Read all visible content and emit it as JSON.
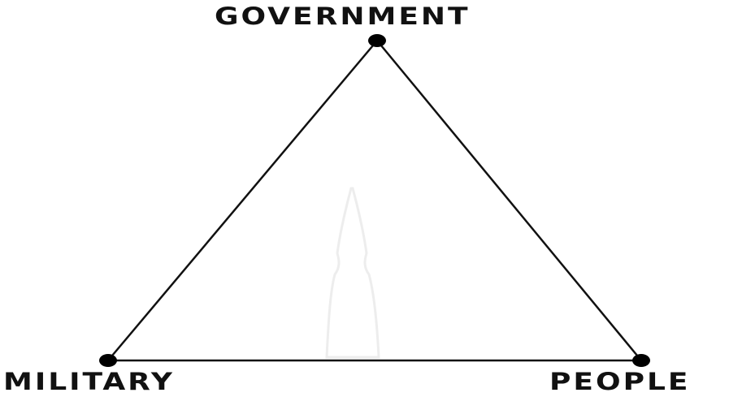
{
  "diagram": {
    "nodes": {
      "top": {
        "label": "GOVERNMENT"
      },
      "left": {
        "label": "MILITARY"
      },
      "right": {
        "label": "PEOPLE"
      }
    },
    "edges": [
      {
        "from": "top",
        "to": "left"
      },
      {
        "from": "top",
        "to": "right"
      },
      {
        "from": "left",
        "to": "right"
      }
    ]
  }
}
